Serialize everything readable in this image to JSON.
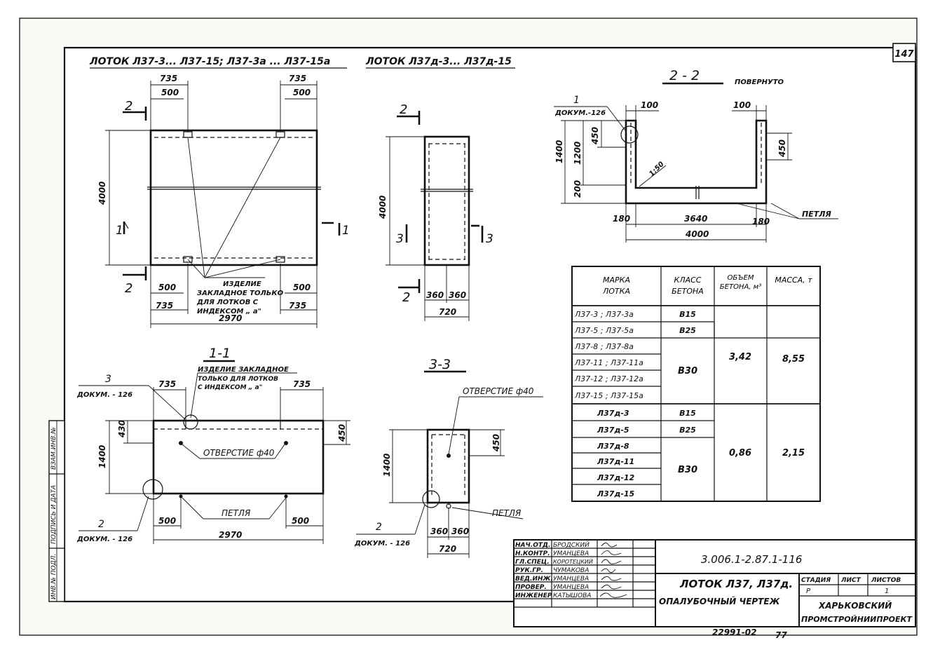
{
  "sheet_number": "147",
  "views": {
    "plan_a_title": "ЛОТОК Л37-3... Л37-15; Л37-3а ... Л37-15а",
    "plan_b_title": "ЛОТОК Л37д-3... Л37д-15",
    "section_22_title": "2 - 2",
    "section_22_note": "ПОВЕРНУТО",
    "section_11_title": "1-1",
    "section_33_title": "3-3"
  },
  "plan_a": {
    "dim_735_tl": "735",
    "dim_500_tl": "500",
    "dim_735_tr": "735",
    "dim_500_tr": "500",
    "dim_4000": "4000",
    "dim_500_bl": "500",
    "dim_735_bl": "735",
    "dim_500_br": "500",
    "dim_735_br": "735",
    "dim_2970": "2970",
    "cut_2_top": "2",
    "cut_2_bot": "2",
    "cut_1_left": "1",
    "cut_1_right": "1",
    "note_1": "ИЗДЕЛИЕ",
    "note_2": "ЗАКЛАДНОЕ ТОЛЬКО",
    "note_3": "ДЛЯ ЛОТКОВ С",
    "note_4": "ИНДЕКСОМ „ а\""
  },
  "plan_b": {
    "dim_4000": "4000",
    "dim_360_l": "360",
    "dim_360_r": "360",
    "dim_720": "720",
    "cut_2_top": "2",
    "cut_2_bot": "2",
    "cut_3_left": "3",
    "cut_3_right": "3"
  },
  "sec22": {
    "callout_num": "1",
    "callout_doc": "ДОКУМ.-126",
    "dim_100_l": "100",
    "dim_100_r": "100",
    "dim_1400": "1400",
    "dim_1200": "1200",
    "dim_450_l": "450",
    "dim_450_r": "450",
    "dim_200": "200",
    "slope": "1:50",
    "dim_180_l": "180",
    "dim_3640": "3640",
    "dim_180_r": "180",
    "dim_4000": "4000",
    "loop": "ПЕТЛЯ"
  },
  "sec11": {
    "note_1": "ИЗДЕЛИЕ ЗАКЛАДНОЕ",
    "note_2": "ТОЛЬКО ДЛЯ ЛОТКОВ",
    "note_3": "С ИНДЕКСОМ „ а\"",
    "callout3_num": "3",
    "callout3_doc": "ДОКУМ. - 126",
    "dim_735_l": "735",
    "dim_735_r": "735",
    "dim_430": "430",
    "dim_450": "450",
    "dim_1400": "1400",
    "hole": "ОТВЕРСТИЕ ф40",
    "loop": "ПЕТЛЯ",
    "dim_500_l": "500",
    "dim_500_r": "500",
    "dim_2970": "2970",
    "callout2_num": "2",
    "callout2_doc": "ДОКУМ. - 126"
  },
  "sec33": {
    "hole": "ОТВЕРСТИЕ ф40",
    "dim_1400": "1400",
    "dim_450": "450",
    "loop": "ПЕТЛЯ",
    "dim_360_l": "360",
    "dim_360_r": "360",
    "dim_720": "720",
    "callout2_num": "2",
    "callout2_doc": "ДОКУМ. - 126"
  },
  "spec_table": {
    "headers": [
      "МАРКА ЛОТКА",
      "КЛАСС БЕТОНА",
      "ОБЪЕМ БЕТОНА, м³",
      "МАССА, т"
    ],
    "marks": [
      "Л37-3 ; Л37-3а",
      "Л37-5 ; Л37-5а",
      "Л37-8 ; Л37-8а",
      "Л37-11 ; Л37-11а",
      "Л37-12 ; Л37-12а",
      "Л37-15 ; Л37-15а",
      "Л37д-3",
      "Л37д-5",
      "Л37д-8",
      "Л37д-11",
      "Л37д-12",
      "Л37д-15"
    ],
    "class_1": "В15",
    "class_2": "В25",
    "class_3": "В30",
    "class_4": "В15",
    "class_5": "В25",
    "class_6": "В30",
    "vol_a": "3,42",
    "mass_a": "8,55",
    "vol_b": "0,86",
    "mass_b": "2,15"
  },
  "title_block": {
    "roles": [
      "НАЧ.ОТД.",
      "Н.КОНТР.",
      "ГЛ.СПЕЦ.",
      "РУК.ГР.",
      "ВЕД.ИНЖ.",
      "ПРОВЕР.",
      "ИНЖЕНЕР"
    ],
    "names": [
      "БРОДСКИЙ",
      "УМАНЦЕВА",
      "КОРОТЕЦКИЙ",
      "ЧУМАКОВА",
      "УМАНЦЕВА",
      "УМАНЦЕВА",
      "КАТЫШОВА"
    ],
    "doc_code": "3.006.1-2.87.1-116",
    "title_1": "ЛОТОК Л37, Л37д.",
    "title_2": "ОПАЛУБОЧНЫЙ ЧЕРТЕЖ",
    "stage_h": "СТАДИЯ",
    "sheet_h": "ЛИСТ",
    "sheets_h": "ЛИСТОВ",
    "stage_v": "Р",
    "sheet_v": "1",
    "org_1": "ХАРЬКОВСКИЙ",
    "org_2": "ПРОМСТРОЙНИИПРОЕКТ"
  },
  "left_strip": [
    "ИНВ.№ ПОДЛ.",
    "ПОДПИСЬ И ДАТА",
    "ВЗАМ.ИНВ.№"
  ],
  "archive_number": "22991-02",
  "archive_sheet": "77"
}
